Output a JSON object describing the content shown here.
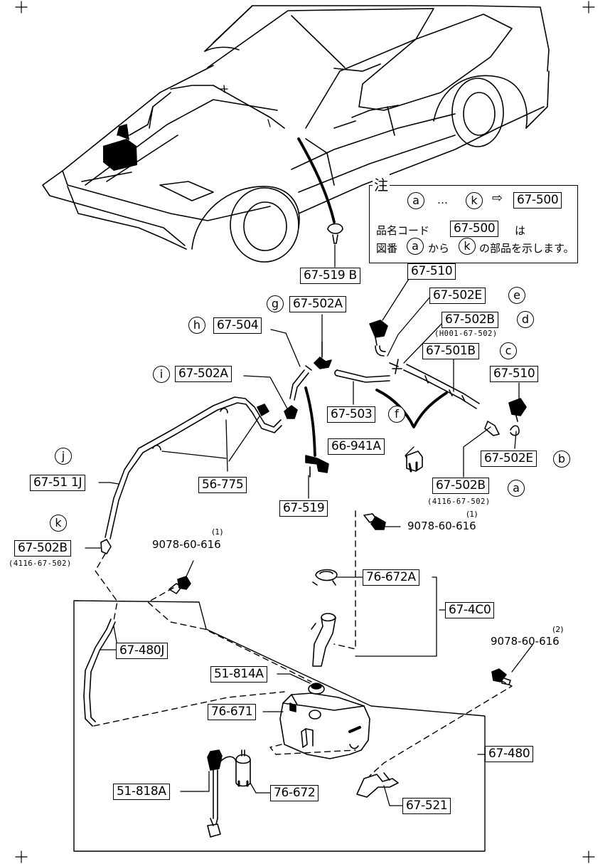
{
  "note": {
    "title": "注",
    "range_from": "a",
    "range_dots": "…",
    "range_to": "k",
    "arrow": "⇨",
    "target": "67-500",
    "line2_prefix": "品名コード",
    "line2_code": "67-500",
    "line2_suffix": "は",
    "line3_prefix": "図番",
    "line3_from": "a",
    "line3_mid": "から",
    "line3_to": "k",
    "line3_suffix": "の部品を示します。"
  },
  "labels": {
    "p67_519B": "67-519 B",
    "p67_510_top": "67-510",
    "p67_502E_top": "67-502E",
    "p67_502B_top": "67-502B",
    "p67_502B_top_sub": "(H001-67-502)",
    "p67_501B": "67-501B",
    "p67_510_right": "67-510",
    "p67_502A_g": "67-502A",
    "p67_504": "67-504",
    "p67_502A_i": "67-502A",
    "p67_503": "67-503",
    "p66_941A": "66-941A",
    "p67_502E_b": "67-502E",
    "p67_502B_a": "67-502B",
    "p67_502B_a_sub": "(4116-67-502)",
    "p67_511J": "67-51 1J",
    "p56_775": "56-775",
    "p67_519": "67-519",
    "p67_502B_k": "67-502B",
    "p67_502B_k_sub": "(4116-67-502)",
    "bolt1_right": "9078-60-616",
    "bolt1_right_sup": "(1)",
    "bolt1_left": "9078-60-616",
    "bolt1_left_sup": "(1)",
    "p76_672A": "76-672A",
    "p67_4C0": "67-4C0",
    "p67_480J": "67-480J",
    "bolt2": "9078-60-616",
    "bolt2_sup": "(2)",
    "p51_814A": "51-814A",
    "p76_671": "76-671",
    "p67_480": "67-480",
    "p51_818A": "51-818A",
    "p76_672": "76-672",
    "p67_521": "67-521"
  },
  "markers": {
    "a": "a",
    "b": "b",
    "c": "c",
    "d": "d",
    "e": "e",
    "f": "f",
    "g": "g",
    "h": "h",
    "i": "i",
    "j": "j",
    "k": "k"
  }
}
